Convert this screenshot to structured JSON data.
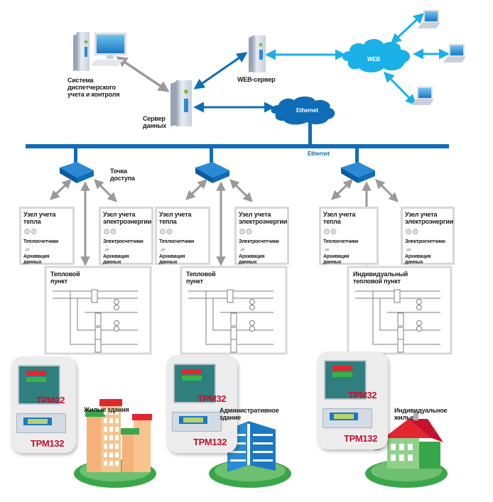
{
  "diagram": {
    "colors": {
      "ethernet_blue": "#0f6db7",
      "web_cyan": "#1ab0e8",
      "arrow_gray": "#9a9a9a",
      "model_red": "#c4122f",
      "panel_border": "#d8d8d8",
      "card_bg": "#ececec",
      "grass_green": "#3aa64a"
    },
    "top": {
      "dispatch_system": {
        "label": "Система\nдиспетчерского\nучета и контроля",
        "icon": "desktop-computer-icon"
      },
      "data_server": {
        "label": "Сервер\nданных",
        "icon": "server-tower-icon"
      },
      "web_server": {
        "label": "WEB-сервер",
        "icon": "server-tower-icon"
      },
      "web_cloud": {
        "label": "WEB",
        "icon": "cloud-icon"
      },
      "ethernet_cloud": {
        "label": "Ethernet",
        "icon": "cloud-icon"
      },
      "laptops": [
        {
          "icon": "laptop-icon"
        },
        {
          "icon": "laptop-icon"
        },
        {
          "icon": "laptop-icon"
        }
      ]
    },
    "bus": {
      "label": "Ethernet"
    },
    "access_point": {
      "label": "Точка\nдоступа",
      "icon": "network-switch-icon"
    },
    "branches": [
      {
        "heat_node": {
          "title": "Узел учета\nтепла",
          "meters": "Теплосчетчики",
          "archive": "Архивация\nданных"
        },
        "power_node": {
          "title": "Узел учета\nэлектроэнергии",
          "meters": "Электросчетчики",
          "archive": "Архивация\nданных"
        },
        "substation": {
          "title": "Тепловой\nпункт"
        },
        "devices": [
          {
            "model": "ТРМ32"
          },
          {
            "model": "ТРМ132"
          }
        ],
        "building": {
          "label": "Жилые здания",
          "icon": "apartment-buildings-icon"
        }
      },
      {
        "heat_node": {
          "title": "Узел учета\nтепла",
          "meters": "Теплосчетчики",
          "archive": "Архивация\nданных"
        },
        "power_node": {
          "title": "Узел учета\nэлектроэнергии",
          "meters": "Электросчетчики",
          "archive": "Архивация\nданных"
        },
        "substation": {
          "title": "Тепловой\nпункт"
        },
        "devices": [
          {
            "model": "ТРМ32"
          },
          {
            "model": "ТРМ132"
          }
        ],
        "building": {
          "label": "Административное\nздание",
          "icon": "office-building-icon"
        }
      },
      {
        "heat_node": {
          "title": "Узел учета\nтепла",
          "meters": "Теплосчетчики",
          "archive": "Архивация\nданных"
        },
        "power_node": {
          "title": "Узел учета\nэлектроэнергии",
          "meters": "Электросчетчики",
          "archive": "Архивация\nданных"
        },
        "substation": {
          "title": "Индивидуальный\nтепловой пункт"
        },
        "devices": [
          {
            "model": "ТРМ32"
          },
          {
            "model": "ТРМ132"
          }
        ],
        "building": {
          "label": "Индивидуальное\nжилье",
          "icon": "house-icon"
        }
      }
    ]
  }
}
